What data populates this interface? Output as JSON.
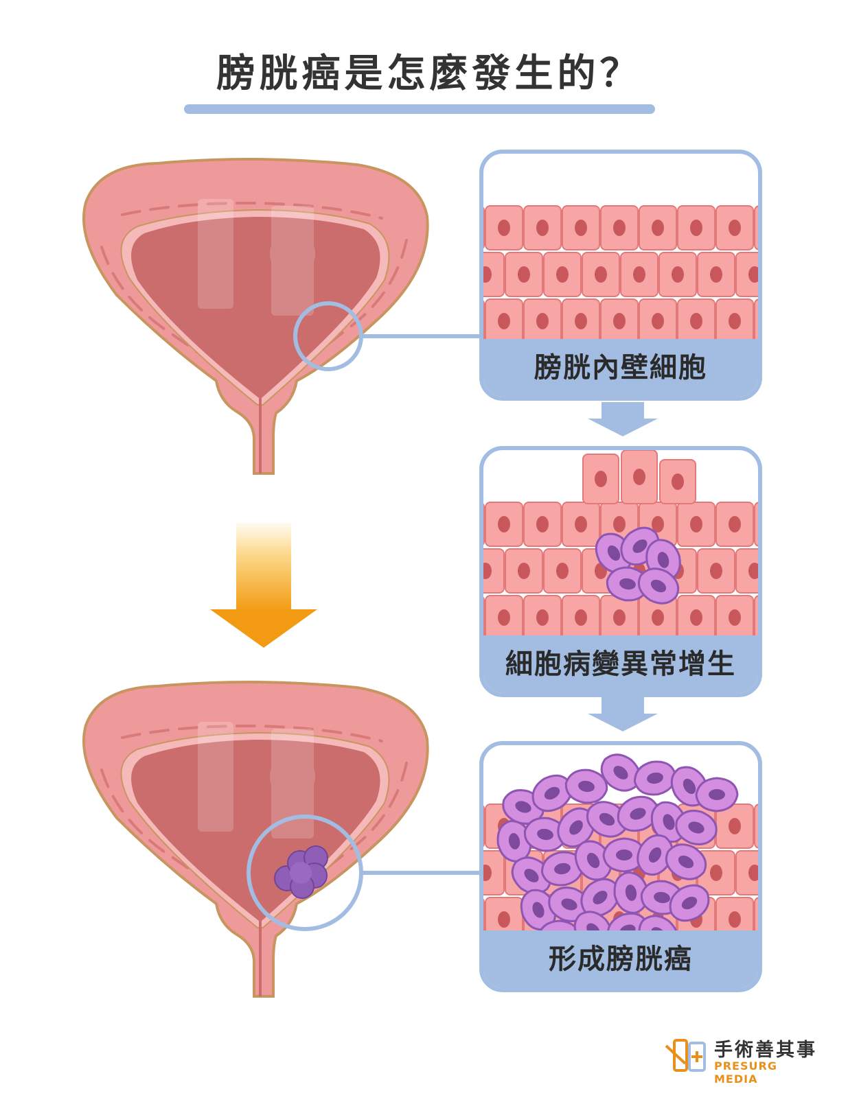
{
  "title": "膀胱癌是怎麼發生的？",
  "stages": [
    {
      "label": "膀胱內壁細胞"
    },
    {
      "label": "細胞病變異常增生"
    },
    {
      "label": "形成膀胱癌"
    }
  ],
  "logo": {
    "name_cn": "手術善其事",
    "name_en": "PRESURG MEDIA"
  },
  "colors": {
    "accent": "#a3bce2",
    "bladder_wall": "#ef9a9a",
    "bladder_outline": "#c89560",
    "bladder_inner": "#cc6d6d",
    "cell": "#f8a5a5",
    "cell_nucleus": "#c9585c",
    "cancer_cell": "#d38ee0",
    "cancer_nucleus": "#7d4a9e",
    "arrow_gradient_top": "#fde9b0",
    "arrow_gradient_bottom": "#f29a12"
  }
}
